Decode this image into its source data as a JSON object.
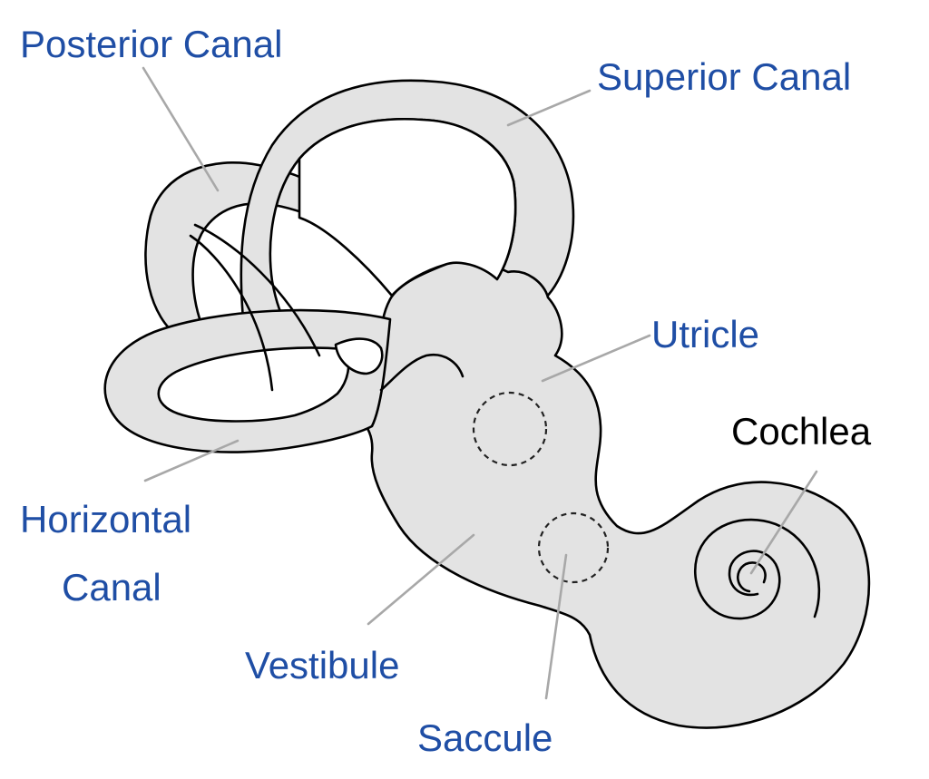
{
  "colors": {
    "label_blue": "#1f4ea5",
    "label_black": "#000000",
    "organ_fill": "#e3e3e3",
    "outline": "#000000",
    "leader_line": "#a8a8a8"
  },
  "labels": {
    "posterior_canal": "Posterior Canal",
    "superior_canal": "Superior Canal",
    "utricle": "Utricle",
    "cochlea": "Cochlea",
    "horizontal_canal_line1": "Horizontal",
    "horizontal_canal_line2": "Canal",
    "vestibule": "Vestibule",
    "saccule": "Saccule"
  }
}
